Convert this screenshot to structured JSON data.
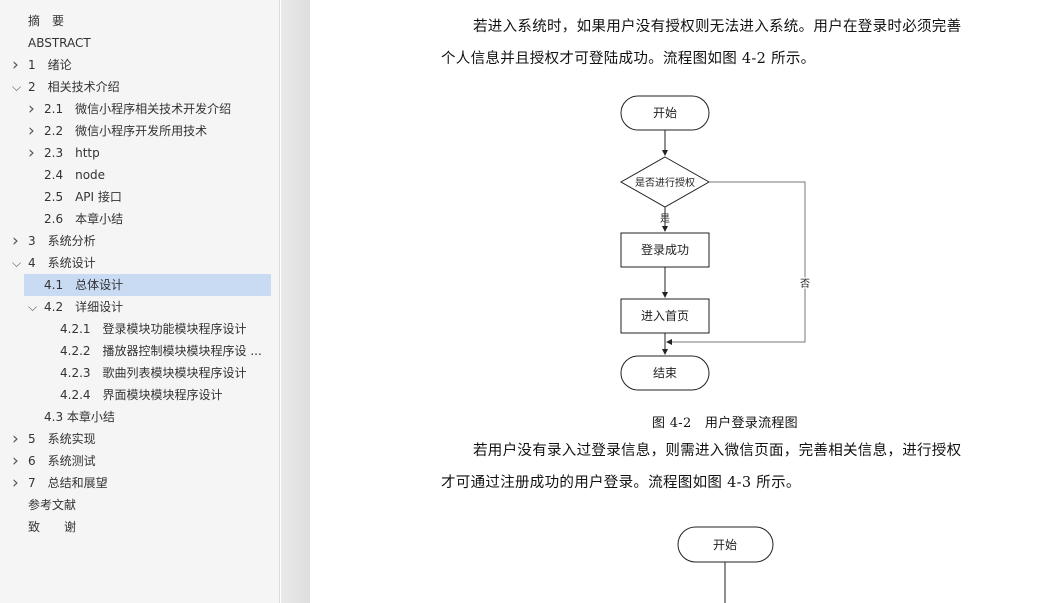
{
  "sidebar": {
    "items": [
      {
        "label": "摘　要",
        "level": 0,
        "chevron": "none"
      },
      {
        "label": "ABSTRACT",
        "level": 0,
        "chevron": "none"
      },
      {
        "label": "1　绪论",
        "level": 0,
        "chevron": "right"
      },
      {
        "label": "2　相关技术介绍",
        "level": 0,
        "chevron": "down"
      },
      {
        "label": "2.1　微信小程序相关技术开发介绍",
        "level": 1,
        "chevron": "right"
      },
      {
        "label": "2.2　微信小程序开发所用技术",
        "level": 1,
        "chevron": "right"
      },
      {
        "label": "2.3　http",
        "level": 1,
        "chevron": "right"
      },
      {
        "label": "2.4　node",
        "level": 1,
        "chevron": "none"
      },
      {
        "label": "2.5　API 接口",
        "level": 1,
        "chevron": "none"
      },
      {
        "label": "2.6　本章小结",
        "level": 1,
        "chevron": "none"
      },
      {
        "label": "3　系统分析",
        "level": 0,
        "chevron": "right"
      },
      {
        "label": "4　系统设计",
        "level": 0,
        "chevron": "down"
      },
      {
        "label": "4.1　总体设计",
        "level": 1,
        "chevron": "none",
        "selected": true
      },
      {
        "label": "4.2　详细设计",
        "level": 1,
        "chevron": "down"
      },
      {
        "label": "4.2.1　登录模块功能模块程序设计",
        "level": 2,
        "chevron": "none"
      },
      {
        "label": "4.2.2　播放器控制模块模块程序设 ...",
        "level": 2,
        "chevron": "none"
      },
      {
        "label": "4.2.3　歌曲列表模块模块程序设计",
        "level": 2,
        "chevron": "none"
      },
      {
        "label": "4.2.4　界面模块模块程序设计",
        "level": 2,
        "chevron": "none"
      },
      {
        "label": "4.3 本章小结",
        "level": 1,
        "chevron": "none"
      },
      {
        "label": "5　系统实现",
        "level": 0,
        "chevron": "right"
      },
      {
        "label": "6　系统测试",
        "level": 0,
        "chevron": "right"
      },
      {
        "label": "7　总结和展望",
        "level": 0,
        "chevron": "right"
      },
      {
        "label": "参考文献",
        "level": 0,
        "chevron": "none"
      },
      {
        "label": "致　　谢",
        "level": 0,
        "chevron": "none"
      }
    ]
  },
  "document": {
    "para1_line1": "若进入系统时，如果用户没有授权则无法进入系统。用户在登录时必须完善",
    "para1_line2": "个人信息并且授权才可登陆成功。流程图如图 4-2 所示。",
    "figure": {
      "start": "开始",
      "decision": "是否进行授权",
      "yes": "是",
      "no": "否",
      "step1": "登录成功",
      "step2": "进入首页",
      "end": "结束"
    },
    "caption": "图 4-2　用户登录流程图",
    "para2_line1": "若用户没有录入过登录信息，则需进入微信页面，完善相关信息，进行授权",
    "para2_line2": "才可通过注册成功的用户登录。流程图如图 4-3 所示。",
    "figure2": {
      "start": "开始"
    }
  }
}
